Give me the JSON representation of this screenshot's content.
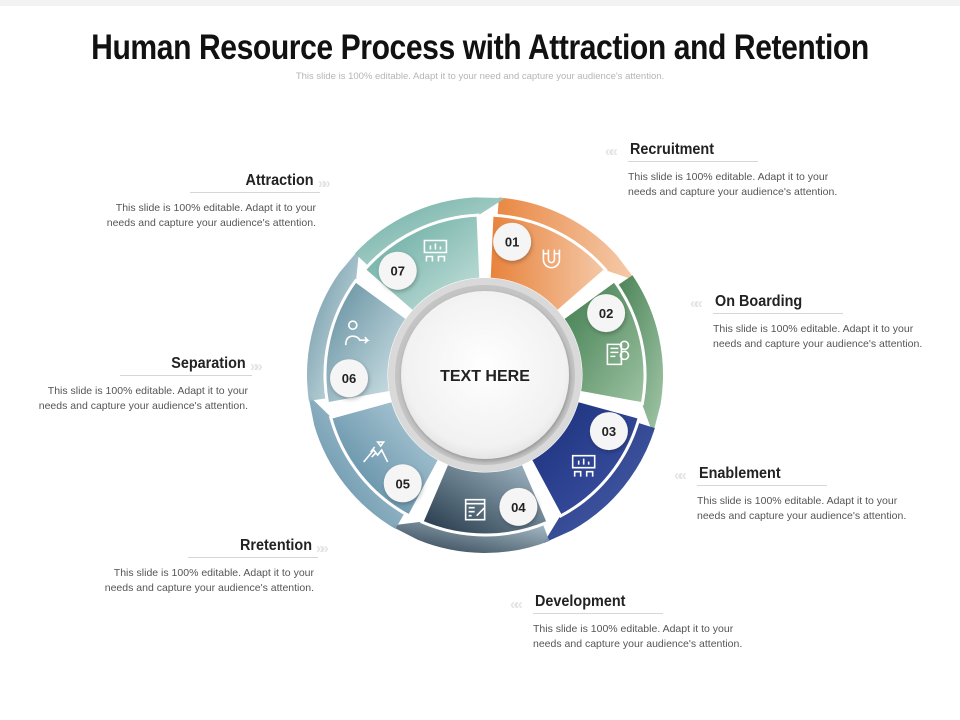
{
  "title": "Human Resource Process with Attraction and Retention",
  "subtitle": "This slide is 100% editable.  Adapt it to your need  and capture  your audience's  attention.",
  "center_text": "TEXT HERE",
  "steps": [
    {
      "num": "01",
      "label": "Attraction",
      "desc1": "This slide is 100% editable.  Adapt it to your",
      "desc2": "needs and capture your audience's attention.",
      "color": "#E8823A",
      "icon": "magnet-icon"
    },
    {
      "num": "02",
      "label": "Recruitment",
      "desc1": "This slide is 100% editable.  Adapt it to your",
      "desc2": "needs and capture your audience's attention.",
      "color": "#4F8A5B",
      "icon": "id-card-icon"
    },
    {
      "num": "03",
      "label": "On Boarding",
      "desc1": "This slide is 100% editable.  Adapt it to your",
      "desc2": "needs and capture your audience's attention.",
      "color": "#233A8A",
      "icon": "presentation-icon"
    },
    {
      "num": "04",
      "label": "Enablement",
      "desc1": "This slide is 100% editable.  Adapt it to your",
      "desc2": "needs and capture your audience's attention.",
      "color": "#2E4A5E",
      "icon": "tools-icon"
    },
    {
      "num": "05",
      "label": "Development",
      "desc1": "This slide is 100% editable.  Adapt it to your",
      "desc2": "needs and capture your audience's attention.",
      "color": "#5E8FA8",
      "icon": "climber-icon"
    },
    {
      "num": "06",
      "label": "Rretention",
      "desc1": "This slide is 100% editable.  Adapt it to your",
      "desc2": "needs and capture your audience's attention.",
      "color": "#7FA9B8",
      "icon": "person-arrow-icon"
    },
    {
      "num": "07",
      "label": "Separation",
      "desc1": "This slide is 100% editable.  Adapt it to your",
      "desc2": "needs and capture your audience's attention.",
      "color": "#79B5AC",
      "icon": "presentation-icon"
    }
  ]
}
